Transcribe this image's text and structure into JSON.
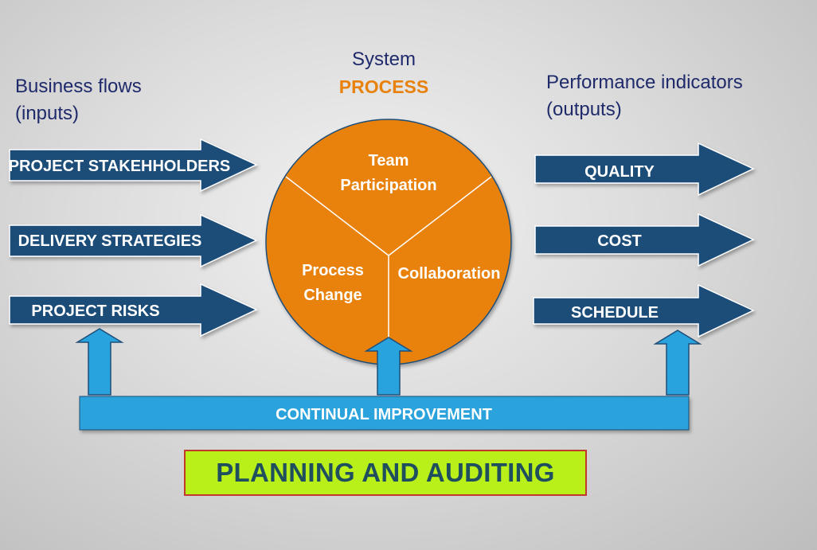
{
  "headings": {
    "inputs_line1": "Business flows",
    "inputs_line2": "(inputs)",
    "system": "System",
    "process": "PROCESS",
    "outputs_line1": "Performance indicators",
    "outputs_line2": "(outputs)"
  },
  "inputs": [
    {
      "label": "PROJECT STAKEHHOLDERS"
    },
    {
      "label": "DELIVERY STRATEGIES"
    },
    {
      "label": "PROJECT RISKS"
    }
  ],
  "process_segments": {
    "top_line1": "Team",
    "top_line2": "Participation",
    "left_line1": "Process",
    "left_line2": "Change",
    "right": "Collaboration"
  },
  "outputs": [
    {
      "label": "QUALITY"
    },
    {
      "label": "COST"
    },
    {
      "label": "SCHEDULE"
    }
  ],
  "improvement_bar": "CONTINUAL IMPROVEMENT",
  "planning_box": "PLANNING AND AUDITING",
  "colors": {
    "dark_arrow": "#1f4e79",
    "light_arrow": "#29a3dd",
    "process_circle": "#e8820c",
    "accent_text": "#e8820c",
    "planning_fill": "#b9f01a",
    "planning_border": "#c0392b"
  }
}
